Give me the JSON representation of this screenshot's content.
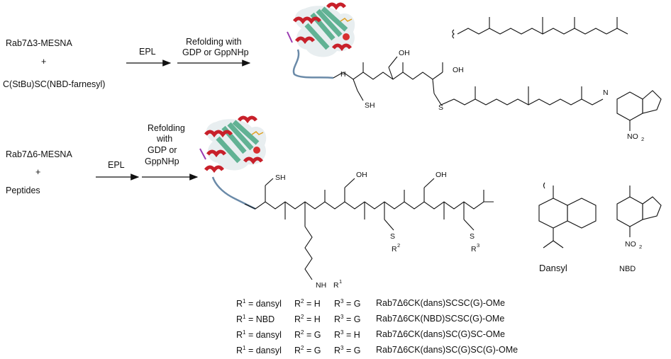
{
  "reaction1": {
    "reactant_a": "Rab7Δ3-MESNA",
    "plus": "+",
    "reactant_b": "C(StBu)SC(NBD-farnesyl)",
    "step1": "EPL",
    "step2_line1": "Refolding with",
    "step2_line2": "GDP or GppNHp"
  },
  "reaction2": {
    "reactant_a": "Rab7Δ6-MESNA",
    "plus": "+",
    "reactant_b": "Peptides",
    "step1": "EPL",
    "step2_line1": "Refolding",
    "step2_line2": "with",
    "step2_line3": "GDP or",
    "step2_line4": "GppNHp"
  },
  "structure_labels": {
    "sh": "SH",
    "oh": "OH",
    "h": "H",
    "n": "N",
    "o": "O",
    "s": "S",
    "nh": "NH",
    "r": "R",
    "oh2": "OH",
    "no2": "NO",
    "two": "2",
    "one": "1",
    "three": "3"
  },
  "group_labels": {
    "dansyl": "Dansyl",
    "nbd": "NBD"
  },
  "table": {
    "rows": [
      {
        "r1": "R",
        "r1sup": "1",
        "r1val": " = dansyl",
        "r2": "R",
        "r2sup": "2",
        "r2val": " = H",
        "r3": "R",
        "r3sup": "3",
        "r3val": " = G",
        "name": "Rab7Δ6CK(dans)SCSC(G)-OMe"
      },
      {
        "r1": "R",
        "r1sup": "1",
        "r1val": " = NBD",
        "r2": "R",
        "r2sup": "2",
        "r2val": " = H",
        "r3": "R",
        "r3sup": "3",
        "r3val": " = G",
        "name": "Rab7Δ6CK(NBD)SCSC(G)-OMe"
      },
      {
        "r1": "R",
        "r1sup": "1",
        "r1val": " = dansyl",
        "r2": "R",
        "r2sup": "2",
        "r2val": " = G",
        "r3": "R",
        "r3sup": "3",
        "r3val": " = H",
        "name": "Rab7Δ6CK(dans)SC(G)SC-OMe"
      },
      {
        "r1": "R",
        "r1sup": "1",
        "r1val": " = dansyl",
        "r2": "R",
        "r2sup": "2",
        "r2val": " = G",
        "r3": "R",
        "r3sup": "3",
        "r3val": " = G",
        "name": "Rab7Δ6CK(dans)SC(G)SC(G)-OMe"
      }
    ]
  }
}
